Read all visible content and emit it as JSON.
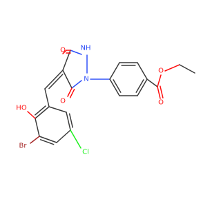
{
  "molecule": {
    "colors": {
      "carbon_bond": "#3a3a3a",
      "oxygen": "#ff0d0d",
      "nitrogen": "#3050f8",
      "bromine": "#a62929",
      "chlorine": "#1ff01f",
      "background": "#ffffff"
    },
    "atom_labels": {
      "o_top": "O",
      "nh": "NH",
      "n_ring": "N",
      "o_bottom": "O",
      "ho": "HO",
      "br": "Br",
      "cl": "Cl",
      "o_ester_single": "O",
      "o_ester_double": "O"
    }
  }
}
